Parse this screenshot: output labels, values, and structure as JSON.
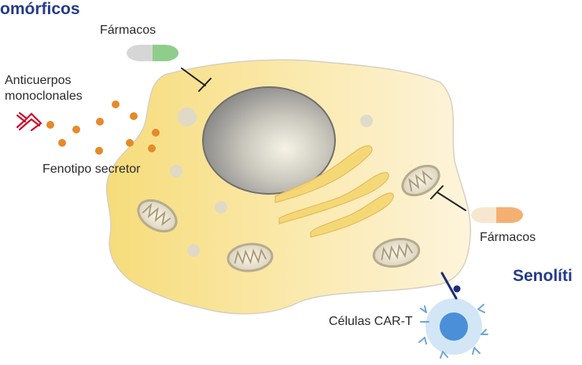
{
  "labels": {
    "title_left": "omórficos",
    "title_right": "Senolíti",
    "drugs_top": "Fármacos",
    "antibodies_line1": "Anticuerpos",
    "antibodies_line2": "monoclonales",
    "secretory_phenotype": "Fenotipo secretor",
    "drugs_right": "Fármacos",
    "car_t": "Células CAR-T"
  },
  "colors": {
    "title": "#243a8c",
    "cell_body": "#fbe9b0",
    "nucleus_center": "#f4f1e6",
    "nucleus_edge": "#8a8a8a",
    "secretory_dots": "#e58a2a",
    "antibody": "#c8102e",
    "drug_top_accent": "#8fce8a",
    "drug_right_accent": "#f4b072",
    "inhibitor_line": "#222222",
    "car_t_outer": "#d2e6f6",
    "car_t_inner": "#4a8fd8",
    "car_t_receptor": "#1d2f7a"
  },
  "icons": [
    "monoclonal-antibody-icon",
    "drug-capsule-icon",
    "inhibition-arrow-icon",
    "car-t-cell-icon",
    "mitochondrion-icon"
  ]
}
